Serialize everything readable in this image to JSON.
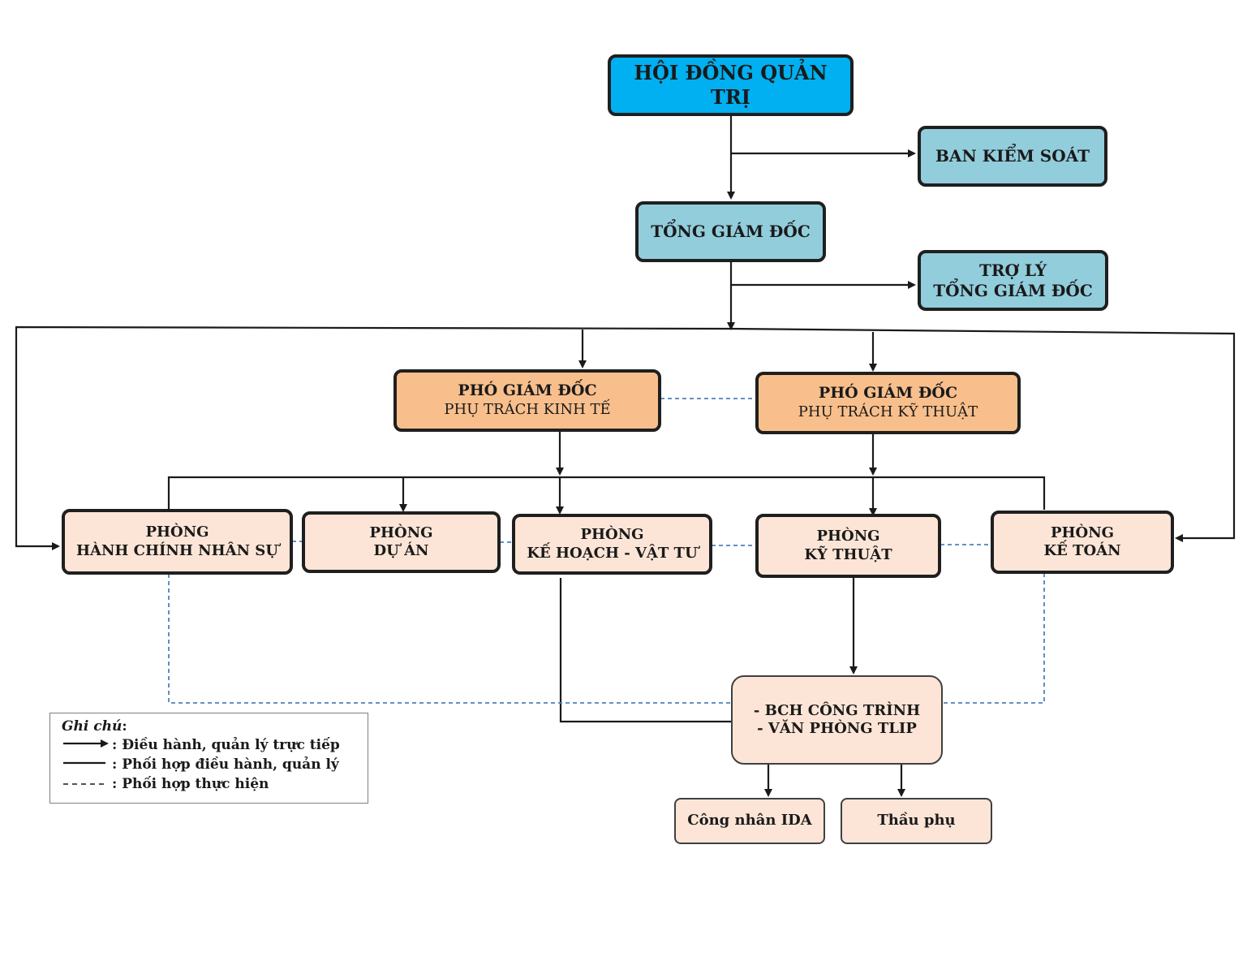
{
  "colors": {
    "board": "#00b0f0",
    "executive": "#92cddc",
    "deputy": "#f8bf8c",
    "department": "#fce5d6",
    "solid_line": "#1a1a1a",
    "dashed_line": "#4f81bd"
  },
  "nodes": {
    "board": "HỘI ĐỒNG QUẢN TRỊ",
    "supervisory": "BAN KIỂM SOÁT",
    "ceo": "TỔNG GIÁM ĐỐC",
    "assistant_line1": "TRỢ LÝ",
    "assistant_line2": "TỔNG GIÁM ĐỐC",
    "deputy_econ_title": "PHÓ GIÁM ĐỐC",
    "deputy_econ_sub": "PHỤ TRÁCH KINH TẾ",
    "deputy_tech_title": "PHÓ GIÁM ĐỐC",
    "deputy_tech_sub": "PHỤ TRÁCH KỸ THUẬT",
    "dept_hr_line1": "PHÒNG",
    "dept_hr_line2": "HÀNH CHÍNH NHÂN SỰ",
    "dept_project_line1": "PHÒNG",
    "dept_project_line2": "DỰ ÁN",
    "dept_planning_line1": "PHÒNG",
    "dept_planning_line2": "KẾ HOẠCH - VẬT TƯ",
    "dept_tech_line1": "PHÒNG",
    "dept_tech_line2": "KỸ THUẬT",
    "dept_accounting_line1": "PHÒNG",
    "dept_accounting_line2": "KẾ TOÁN",
    "site_line1": "- BCH CÔNG TRÌNH",
    "site_line2": "- VĂN PHÒNG TLIP",
    "workers": "Công nhân IDA",
    "subcontractors": "Thầu phụ"
  },
  "legend": {
    "title": "Ghi chú",
    "title_suffix": ":",
    "direct": ": Điều hành, quản lý trực tiếp",
    "coordinate": ": Phối hợp điều hành, quản lý",
    "implement": ": Phối hợp thực hiện"
  }
}
